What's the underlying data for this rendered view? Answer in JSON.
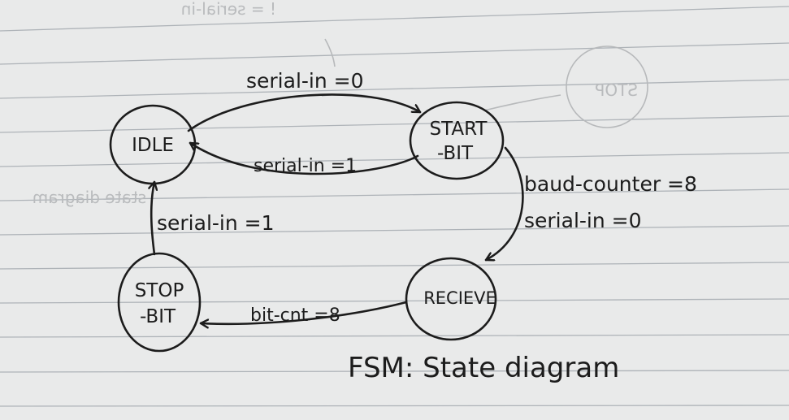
{
  "diagram": {
    "title": "FSM: State diagram",
    "states": [
      {
        "id": "idle",
        "label": "IDLE"
      },
      {
        "id": "start",
        "label": "START -BIT",
        "lines": [
          "START",
          "-BIT"
        ]
      },
      {
        "id": "receive",
        "label": "RECIEVE"
      },
      {
        "id": "stop",
        "label": "STOP -BIT",
        "lines": [
          "STOP",
          "-BIT"
        ]
      }
    ],
    "transitions": [
      {
        "from": "idle",
        "to": "start",
        "label": "serial-in =0"
      },
      {
        "from": "start",
        "to": "idle",
        "label": "serial-in =1"
      },
      {
        "from": "start",
        "to": "receive",
        "label_lines": [
          "baud-counter =8",
          "serial-in =0"
        ]
      },
      {
        "from": "receive",
        "to": "stop",
        "label": "bit-cnt =8"
      },
      {
        "from": "stop",
        "to": "idle",
        "label": "serial-in =1"
      }
    ]
  },
  "colors": {
    "paper": "#e9eaea",
    "rule": "#aeb3b8",
    "ink": "#1c1c1c"
  }
}
